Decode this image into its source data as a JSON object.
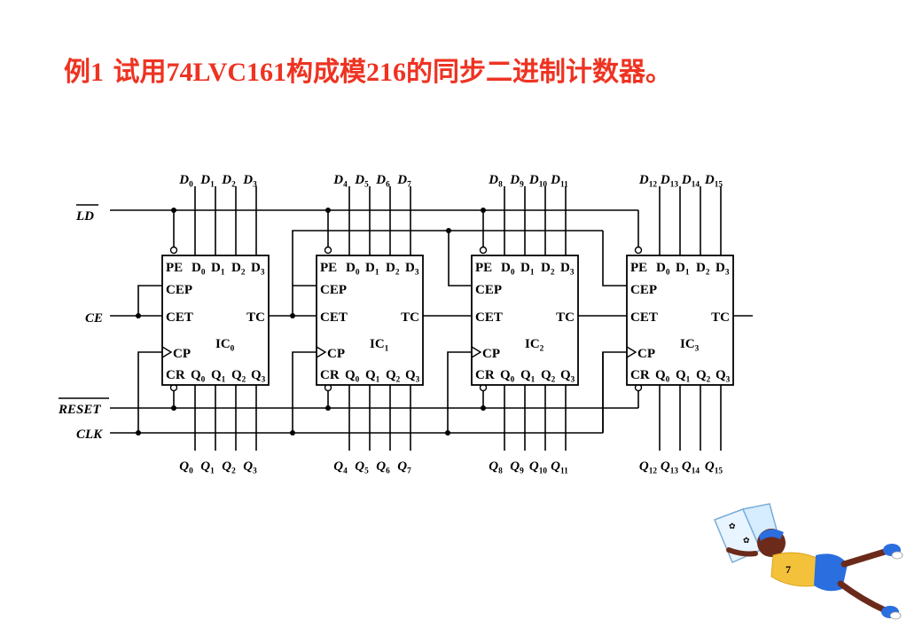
{
  "title": {
    "prefix": "例",
    "num": "1",
    "part1": " 试用",
    "chip": "74LVC161",
    "part2": "构成模",
    "modulus": "216",
    "part3": "的同步二进制计数器。"
  },
  "signals": {
    "ld": "LD",
    "ce": "CE",
    "reset": "RESET",
    "clk": "CLK"
  },
  "chip_pins": {
    "pe": "PE",
    "data_in": [
      "D0",
      "D1",
      "D2",
      "D3"
    ],
    "cep": "CEP",
    "cet": "CET",
    "tc": "TC",
    "cp": "CP",
    "cr": "CR",
    "q_out": [
      "Q0",
      "Q1",
      "Q2",
      "Q3"
    ]
  },
  "chips": [
    {
      "name": "IC0",
      "inputs": [
        "D0",
        "D1",
        "D2",
        "D3"
      ],
      "outputs": [
        "Q0",
        "Q1",
        "Q2",
        "Q3"
      ]
    },
    {
      "name": "IC1",
      "inputs": [
        "D4",
        "D5",
        "D6",
        "D7"
      ],
      "outputs": [
        "Q4",
        "Q5",
        "Q6",
        "Q7"
      ]
    },
    {
      "name": "IC2",
      "inputs": [
        "D8",
        "D9",
        "D10",
        "D11"
      ],
      "outputs": [
        "Q8",
        "Q9",
        "Q10",
        "Q11"
      ]
    },
    {
      "name": "IC3",
      "inputs": [
        "D12",
        "D13",
        "D14",
        "D15"
      ],
      "outputs": [
        "Q12",
        "Q13",
        "Q14",
        "Q15"
      ]
    }
  ],
  "colors": {
    "title": "#ee3322",
    "line": "#000000"
  },
  "decoration": "reading-child-clipart"
}
